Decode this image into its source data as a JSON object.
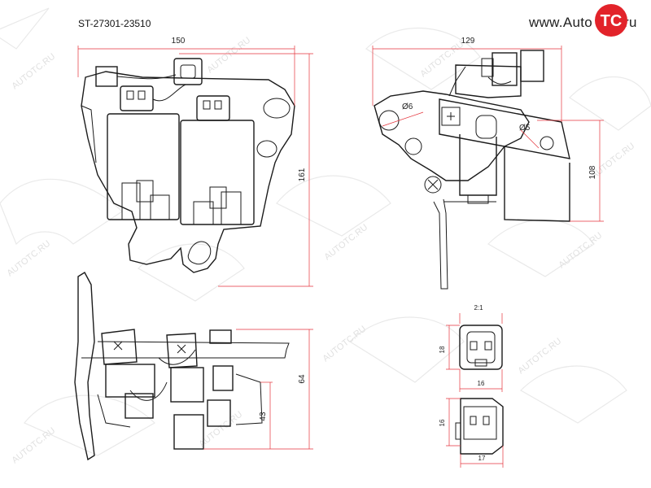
{
  "header": {
    "part_number": "ST-27301-23510",
    "brand_www": "www.Auto",
    "brand_tc": "TC",
    "brand_suffix": ".ru"
  },
  "watermark": {
    "text": "AUTOTC.RU"
  },
  "dimensions": {
    "front_width": "150",
    "front_height": "161",
    "side_width": "129",
    "side_height": "108",
    "hole_large": "Ø6",
    "hole_small": "Ø5",
    "bottom_height_total": "64",
    "bottom_height_lower": "43",
    "connector_ratio": "2:1",
    "connector_face_height": "18",
    "connector_face_width": "16",
    "connector_side_height": "16",
    "connector_side_width": "17"
  },
  "colors": {
    "line": "#1b1b1b",
    "dimension_line": "#e4333b",
    "watermark": "#c8c8c8",
    "brand_red": "#e2232a"
  }
}
